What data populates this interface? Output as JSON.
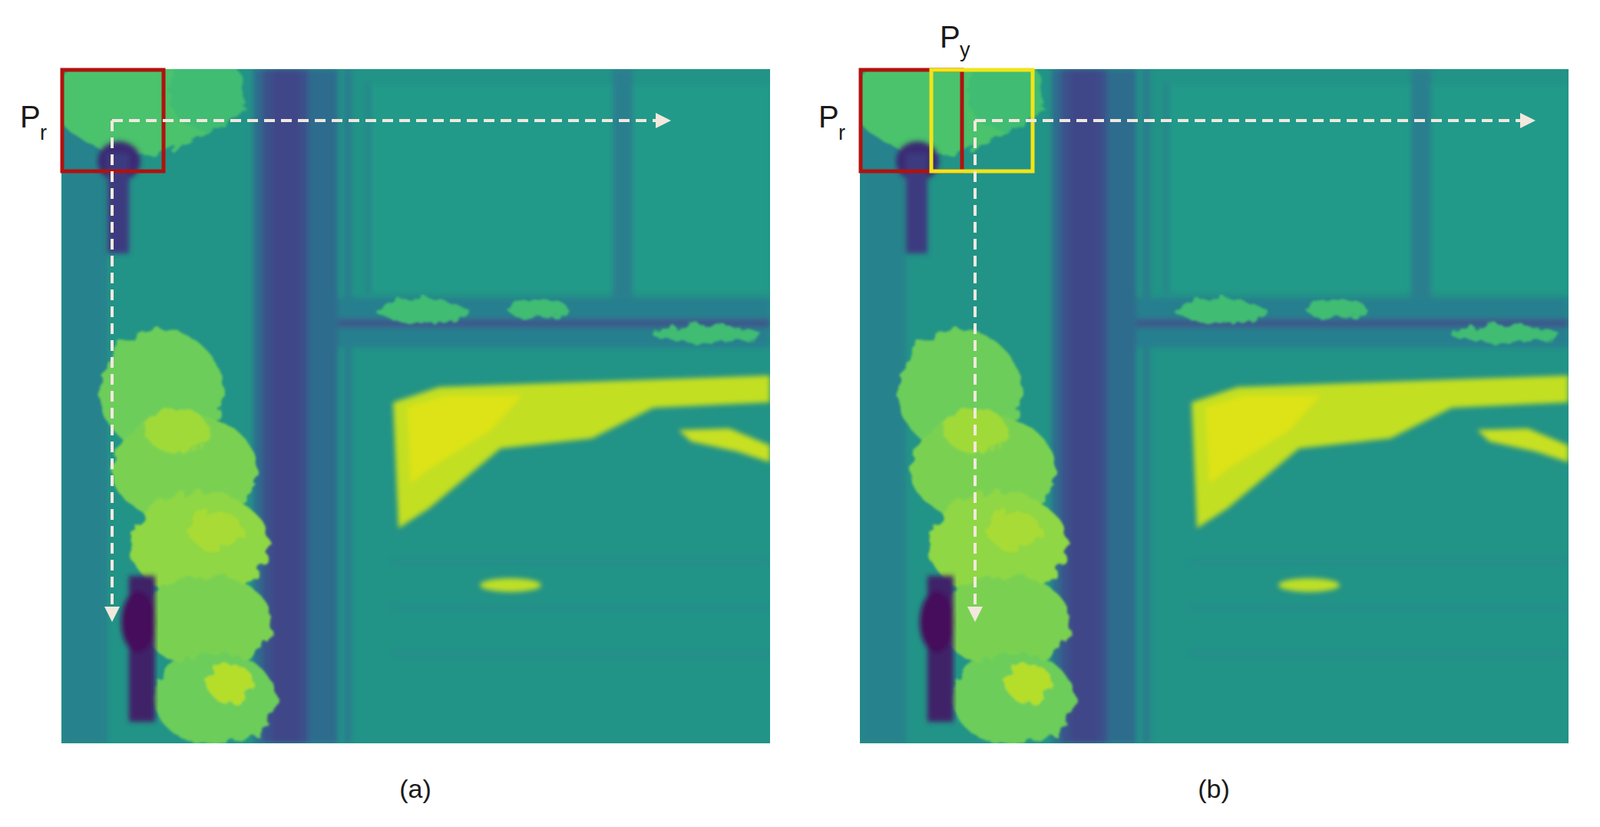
{
  "diagram": {
    "labels": [
      "P",
      "r",
      "(a)",
      "P",
      "r",
      "P",
      "y",
      "(b)"
    ]
  }
}
